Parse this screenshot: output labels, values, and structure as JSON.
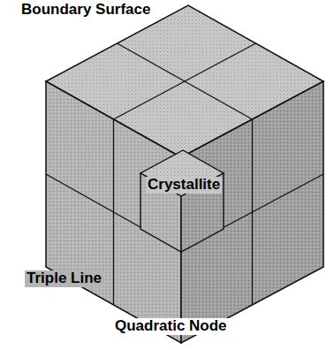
{
  "diagram": {
    "labels": [
      "Boundary Surface",
      "Crystallite",
      "Triple Line",
      "Quadratic Node"
    ]
  }
}
